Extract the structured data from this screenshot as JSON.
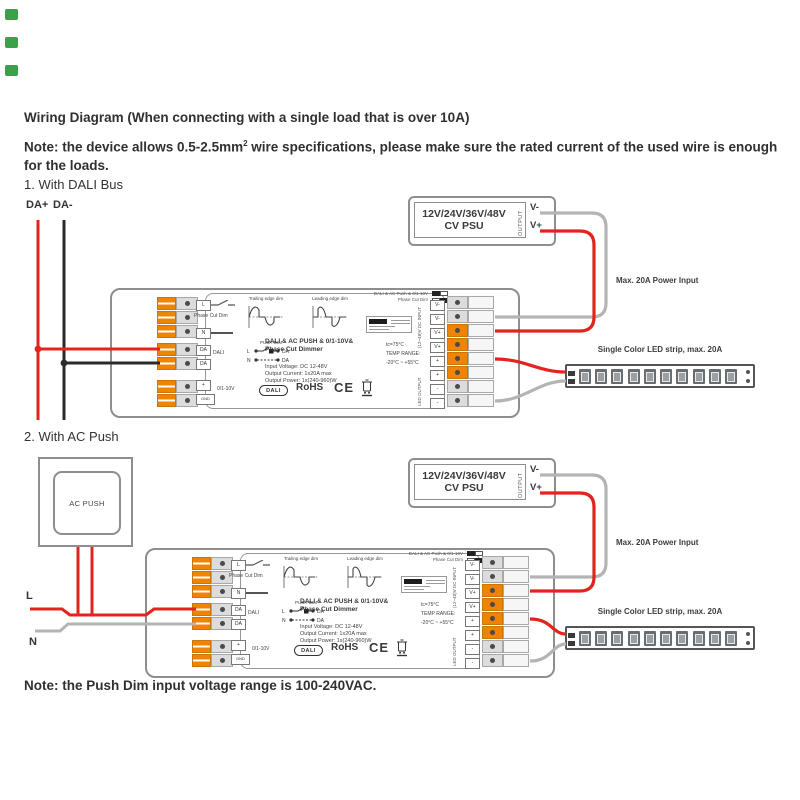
{
  "page": {
    "title": "Wiring Diagram (When connecting with a single load that is over 10A)",
    "note": {
      "part1": "Note: the device allows 0.5-2.5mm",
      "sup": "2",
      "part2": " wire specifications, please make sure the rated current of the used wire is enough for the loads."
    },
    "bottom_note": "Note: the Push Dim input voltage range is 100-240VAC."
  },
  "section1": {
    "heading": "1. With DALI Bus",
    "da_plus_label": "DA+",
    "da_minus_label": "DA-"
  },
  "section2": {
    "heading": "2. With AC Push",
    "push_button_label": "AC PUSH",
    "live_label": "L",
    "neutral_label": "N"
  },
  "psu": {
    "model_line1": "12V/24V/36V/48V",
    "model_line2": "CV PSU",
    "output_label": "OUTPUT",
    "v_minus": "V-",
    "v_plus": "V+"
  },
  "annotations": {
    "power_input": "Max. 20A Power Input",
    "led_strip": "Single Color LED strip, max. 20A"
  },
  "dimmer": {
    "terminal_l": "L",
    "terminal_n": "N",
    "phase_cut_label": "Phase Cut Dim",
    "terminal_da1": "DA",
    "terminal_da2": "DA",
    "dali_bus_label": "DALI",
    "terminal_plus": "+",
    "terminal_gnd": "GND",
    "analog_label": "0/1-10V",
    "push_dim": {
      "title": "PUSH DIM",
      "l": "L",
      "n": "N",
      "da1": "DA",
      "da2": "DA"
    },
    "waveforms": {
      "trailing": "Trailing edge dim",
      "leading": "Leading edge dim"
    },
    "title_line1": "DALI & AC PUSH & 0/1-10V&",
    "title_line2": "Phase Cut Dimmer",
    "specs": [
      "Input Voltage: DC 12-48V",
      "Output Current: 1x20A max",
      "Output Power: 1x(240-960)W"
    ],
    "tc_label": "tc=75°C",
    "temp_range_label": "TEMP RANGE:",
    "temp_range_value": "-20°C ~ +55°C",
    "logos": {
      "dali": "DALI",
      "rohs": "RoHS",
      "ce": "CE"
    },
    "top_label_line1": "DALI & AC Push & 0/1-10V",
    "top_label_line2": "Phase Cut Dim",
    "input_terminals": [
      "V-",
      "V-",
      "V+",
      "V+"
    ],
    "output_terminals": [
      "+",
      "+",
      "-",
      "-"
    ],
    "input_group_label": "(12~48)V DC INPUT",
    "output_group_label": "LED OUTPUT"
  },
  "colors": {
    "wire_red": "#e3241d",
    "wire_black": "#2d292a",
    "wire_gray": "#b4b4b6",
    "terminal_orange": "#f08300",
    "artifact_green": "#3aa04a"
  }
}
